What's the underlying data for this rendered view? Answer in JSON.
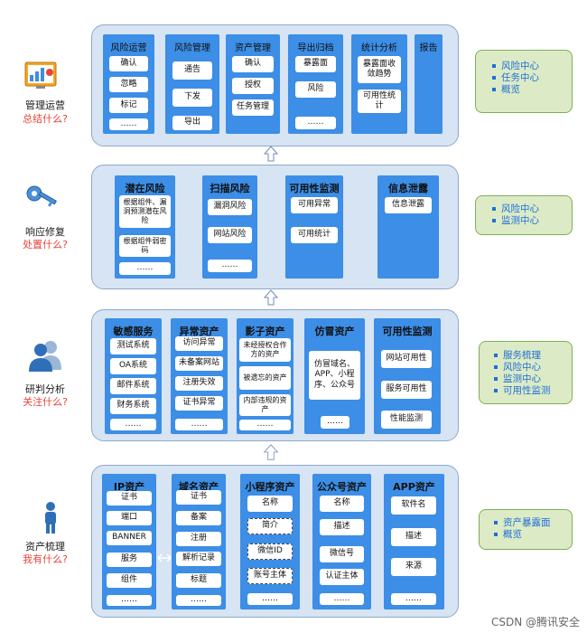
{
  "layers": [
    {
      "id": "manage",
      "title": "管理运营",
      "question": "总结什么?",
      "icon": "dashboard-icon",
      "columns": [
        {
          "title": "风险运营",
          "items": [
            "确认",
            "忽略",
            "标记",
            "……"
          ]
        },
        {
          "title": "风险管理",
          "items": [
            "通告",
            "下发",
            "导出"
          ]
        },
        {
          "title": "资产管理",
          "items": [
            "确认",
            "授权",
            "任务管理"
          ]
        },
        {
          "title": "导出归档",
          "items": [
            "暴露面",
            "风险",
            "……"
          ]
        },
        {
          "title": "统计分析",
          "items": [
            "暴露面收敛趋势",
            "可用性统计"
          ]
        },
        {
          "title": "报告",
          "items": []
        }
      ],
      "outputs": [
        "风险中心",
        "任务中心",
        "概览"
      ]
    },
    {
      "id": "respond",
      "title": "响应修复",
      "question": "处置什么?",
      "icon": "key-icon",
      "columns": [
        {
          "title": "潜在风险",
          "items": [
            "根据组件、漏洞预测潜在风险",
            "根据组件弱密码",
            "……"
          ]
        },
        {
          "title": "扫描风险",
          "items": [
            "漏洞风险",
            "网站风险",
            "……"
          ]
        },
        {
          "title": "可用性监测",
          "items": [
            "可用异常",
            "可用统计"
          ]
        },
        {
          "title": "信息泄露",
          "items": [
            "信息泄露"
          ]
        }
      ],
      "outputs": [
        "风险中心",
        "监测中心"
      ]
    },
    {
      "id": "analyze",
      "title": "研判分析",
      "question": "关注什么?",
      "icon": "people-icon",
      "columns": [
        {
          "title": "敏感服务",
          "items": [
            "测试系统",
            "OA系统",
            "邮件系统",
            "财务系统",
            "……"
          ]
        },
        {
          "title": "异常资产",
          "items": [
            "访问异常",
            "未备案网站",
            "注册失效",
            "证书异常",
            "……"
          ]
        },
        {
          "title": "影子资产",
          "items": [
            "未经授权合作方的资产",
            "被遗忘的资产",
            "内部违规的资产",
            "……"
          ]
        },
        {
          "title": "仿冒资产",
          "items": [
            "仿冒域名、APP、小程序、公众号",
            "……"
          ]
        },
        {
          "title": "可用性监测",
          "items": [
            "网站可用性",
            "服务可用性",
            "性能监测"
          ]
        }
      ],
      "outputs": [
        "服务梳理",
        "风险中心",
        "监测中心",
        "可用性监测"
      ]
    },
    {
      "id": "assets",
      "title": "资产梳理",
      "question": "我有什么?",
      "icon": "person-icon",
      "columns": [
        {
          "title": "IP资产",
          "items": [
            "证书",
            "端口",
            "BANNER",
            "服务",
            "组件",
            "……"
          ]
        },
        {
          "title": "域名资产",
          "items": [
            "证书",
            "备案",
            "注册",
            "解析记录",
            "标题",
            "……"
          ]
        },
        {
          "title": "小程序资产",
          "items": [
            "名称",
            "简介",
            "微信ID",
            "账号主体",
            "……"
          ]
        },
        {
          "title": "公众号资产",
          "items": [
            "名称",
            "描述",
            "微信号",
            "认证主体",
            "……"
          ]
        },
        {
          "title": "APP资产",
          "items": [
            "软件名",
            "描述",
            "来源",
            "……"
          ]
        }
      ],
      "outputs": [
        "资产暴露面",
        "概览"
      ]
    }
  ],
  "watermark": "CSDN @腾讯安全",
  "colors": {
    "panel_bg": "#d6e4f3",
    "column_blue": "#3c8ee6",
    "output_green": "#dcebc6",
    "output_text": "#1f6fd6",
    "question_red": "#e8443a"
  }
}
